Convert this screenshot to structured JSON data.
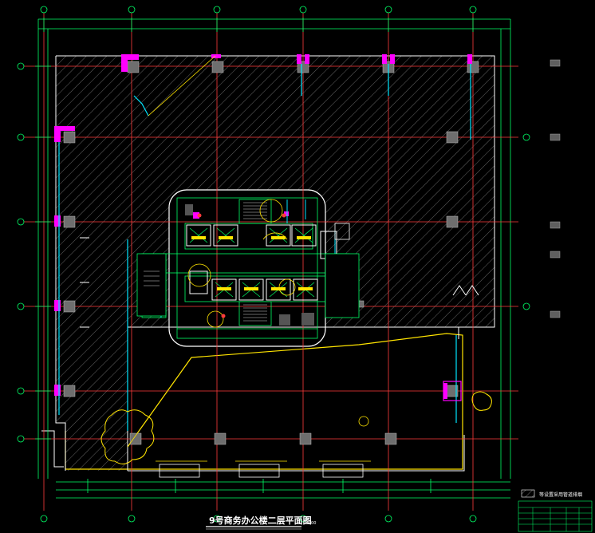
{
  "drawing": {
    "title": "9号商务办公楼二层平面图",
    "scale": "1:100",
    "legend_label": "等设置采用管道排烟"
  },
  "colors": {
    "background": "#000000",
    "grid_axis": "#ff3b3b",
    "outline": "#ffffff",
    "hatch": "#8a8a8a",
    "column": "#7a7a7a",
    "column_highlight": "#ff00ff",
    "dimension": "#00ff66",
    "wall_cyan": "#00e5ff",
    "accent_yellow": "#ffe400",
    "title": "#ffffff"
  }
}
